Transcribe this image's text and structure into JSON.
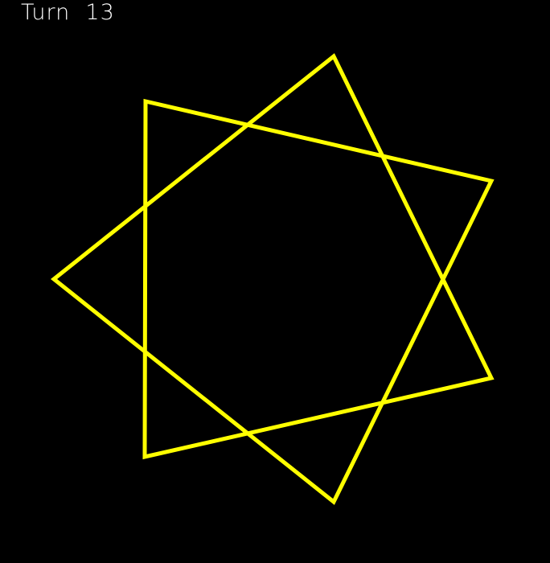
{
  "hud": {
    "turn_text": "Turn  13"
  },
  "colors": {
    "background": "#000000",
    "star_stroke": "#ffff00",
    "hud_text": "#ffffff"
  },
  "scene": {
    "shape": "heptagram",
    "icon": "seven-pointed-star"
  }
}
